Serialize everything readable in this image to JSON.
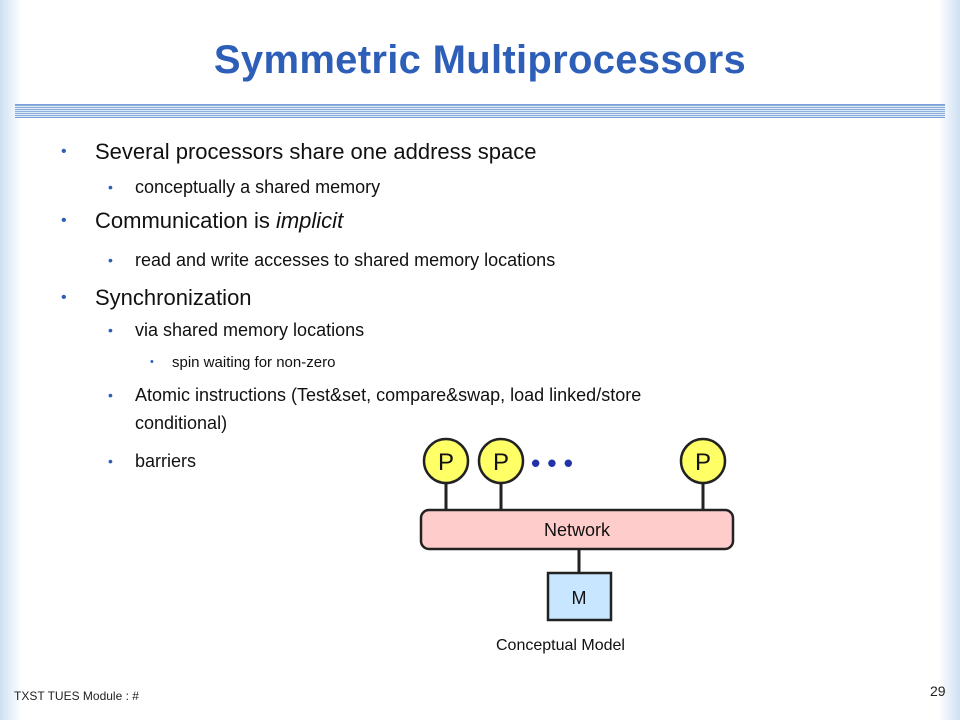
{
  "title": "Symmetric Multiprocessors",
  "bullets": {
    "b1": "Several processors share one address space",
    "b1_1": "conceptually a shared memory",
    "b2_prefix": "Communication is ",
    "b2_italic": "implicit",
    "b2_1": "read and write accesses to shared memory locations",
    "b3": "Synchronization",
    "b3_1": "via shared memory locations",
    "b3_1_1": "spin waiting for non-zero",
    "b3_2_line1": "Atomic instructions (Test&set, compare&swap, load linked/store",
    "b3_2_line2": "conditional)",
    "b3_3": "barriers"
  },
  "bullet_glyph": "•",
  "diagram": {
    "processor_label": "P",
    "ellipsis": "• • •",
    "network_label": "Network",
    "memory_label": "M",
    "caption": "Conceptual Model",
    "colors": {
      "processor_fill": "#ffff66",
      "network_fill": "#ffcccc",
      "memory_fill": "#c8e6ff",
      "ellipsis": "#2233aa"
    }
  },
  "footer": {
    "left": "TXST TUES Module : #",
    "page_number": "29"
  }
}
